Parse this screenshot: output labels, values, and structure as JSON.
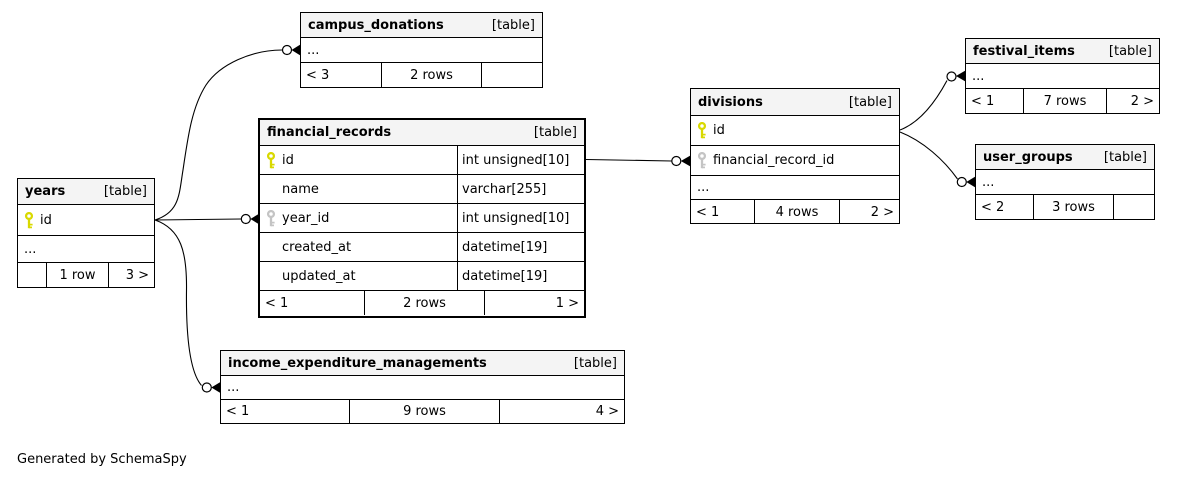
{
  "footer_note": "Generated by SchemaSpy",
  "colors": {
    "pk_key": "#d9d900",
    "fk_key": "#c4c4c4",
    "header_bg": "#f4f4f4"
  },
  "badge": "[table]",
  "ellipsis": "...",
  "tables": {
    "campus_donations": {
      "name": "campus_donations",
      "badge": "[table]",
      "ellipsis": "...",
      "stats": {
        "left": "< 3",
        "center": "2 rows",
        "right": ""
      }
    },
    "financial_records": {
      "name": "financial_records",
      "badge": "[table]",
      "columns": [
        {
          "name": "id",
          "type": "int unsigned[10]",
          "key": "pk"
        },
        {
          "name": "name",
          "type": "varchar[255]",
          "key": ""
        },
        {
          "name": "year_id",
          "type": "int unsigned[10]",
          "key": "fk"
        },
        {
          "name": "created_at",
          "type": "datetime[19]",
          "key": ""
        },
        {
          "name": "updated_at",
          "type": "datetime[19]",
          "key": ""
        }
      ],
      "stats": {
        "left": "< 1",
        "center": "2 rows",
        "right": "1 >"
      }
    },
    "years": {
      "name": "years",
      "badge": "[table]",
      "ellipsis": "...",
      "columns": [
        {
          "name": "id",
          "key": "pk"
        }
      ],
      "stats": {
        "left": "",
        "center": "1 row",
        "right": "3 >"
      }
    },
    "divisions": {
      "name": "divisions",
      "badge": "[table]",
      "ellipsis": "...",
      "columns": [
        {
          "name": "id",
          "key": "pk"
        },
        {
          "name": "financial_record_id",
          "key": "fk"
        }
      ],
      "stats": {
        "left": "< 1",
        "center": "4 rows",
        "right": "2 >"
      }
    },
    "festival_items": {
      "name": "festival_items",
      "badge": "[table]",
      "ellipsis": "...",
      "stats": {
        "left": "< 1",
        "center": "7 rows",
        "right": "2 >"
      }
    },
    "user_groups": {
      "name": "user_groups",
      "badge": "[table]",
      "ellipsis": "...",
      "stats": {
        "left": "< 2",
        "center": "3 rows",
        "right": ""
      }
    },
    "income_expenditure_managements": {
      "name": "income_expenditure_managements",
      "badge": "[table]",
      "ellipsis": "...",
      "stats": {
        "left": "< 1",
        "center": "9 rows",
        "right": "4 >"
      }
    }
  },
  "relations": [
    {
      "from": "years.id",
      "to": "campus_donations"
    },
    {
      "from": "years.id",
      "to": "financial_records.year_id"
    },
    {
      "from": "years.id",
      "to": "income_expenditure_managements"
    },
    {
      "from": "financial_records.id",
      "to": "divisions.financial_record_id"
    },
    {
      "from": "divisions.id",
      "to": "festival_items"
    },
    {
      "from": "divisions.id",
      "to": "user_groups"
    }
  ]
}
